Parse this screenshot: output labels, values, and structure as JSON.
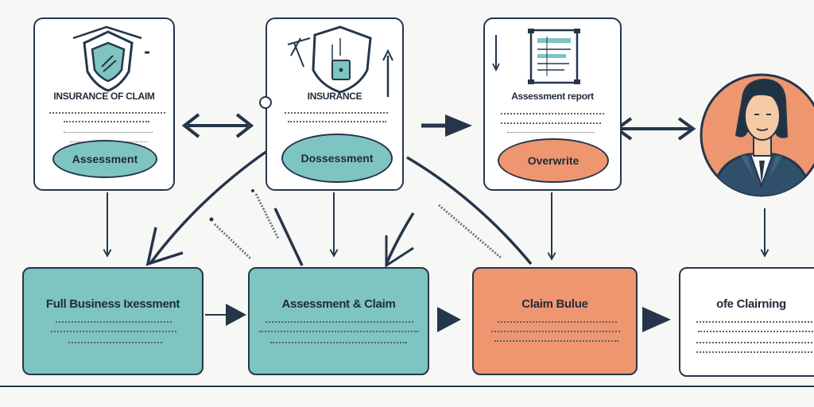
{
  "colors": {
    "ink": "#25364a",
    "teal": "#7ec4c1",
    "orange": "#ee9670",
    "paper": "#ffffff",
    "background": "#f7f8f6"
  },
  "icons": [
    "shield-icon",
    "shield-icon",
    "document-icon",
    "person-avatar-icon"
  ],
  "top_cards": [
    {
      "title": "INSURANCE OF CLAIM",
      "pill": "Assessment"
    },
    {
      "title": "INSURANCE",
      "pill": "Dossessment"
    },
    {
      "title": "Assessment report",
      "pill": "Overwrite"
    }
  ],
  "bottom_boxes": [
    {
      "title": "Full Business Ixessment"
    },
    {
      "title": "Assessment & Claim"
    },
    {
      "title": "Claim Bulue"
    },
    {
      "title": "ofe Clairning"
    }
  ]
}
